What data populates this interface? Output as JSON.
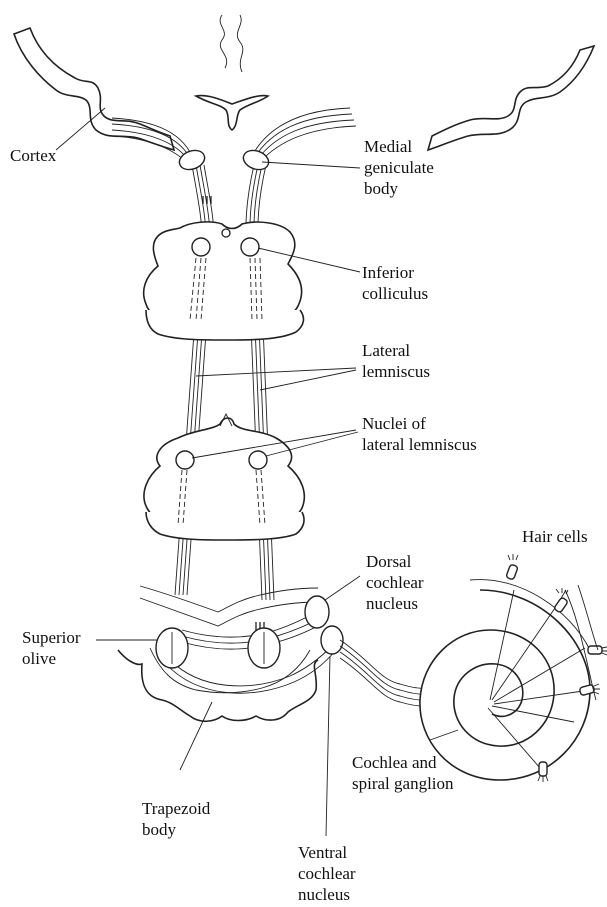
{
  "labels": {
    "cortex": "Cortex",
    "medial_geniculate": "Medial\ngeniculate\nbody",
    "inferior_colliculus": "Inferior\ncolliculus",
    "lateral_lemniscus": "Lateral\nlemniscus",
    "nuclei_lateral_lemniscus": "Nuclei of\nlateral lemniscus",
    "hair_cells": "Hair cells",
    "dorsal_cochlear": "Dorsal\ncochlear\nnucleus",
    "superior_olive": "Superior\nolive",
    "cochlea": "Cochlea and\nspiral ganglion",
    "trapezoid": "Trapezoid\nbody",
    "ventral_cochlear": "Ventral\ncochlear\nnucleus"
  }
}
